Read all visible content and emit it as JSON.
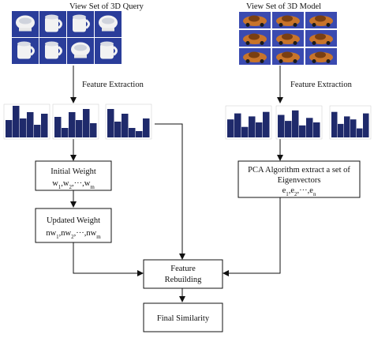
{
  "titles": {
    "query": "View Set of 3D Query",
    "model": "View Set of 3D Model"
  },
  "feature_extraction_left": "Feature Extraction",
  "feature_extraction_right": "Feature Extraction",
  "initial_weight": {
    "title": "Initial Weight",
    "vars_html": "w<tspan baseline-shift=\"sub\" font-size=\"7\">1</tspan>,w<tspan baseline-shift=\"sub\" font-size=\"7\">2</tspan>,···,w<tspan baseline-shift=\"sub\" font-size=\"7\">m</tspan>"
  },
  "updated_weight": {
    "title": "Updated Weight",
    "vars_html": "nw<tspan baseline-shift=\"sub\" font-size=\"7\">1</tspan>,nw<tspan baseline-shift=\"sub\" font-size=\"7\">2</tspan>,···,nw<tspan baseline-shift=\"sub\" font-size=\"7\">m</tspan>"
  },
  "pca": {
    "line1": "PCA Algorithm extract a set of",
    "line2": "Eigenvectors",
    "vars_html": "e<tspan baseline-shift=\"sub\" font-size=\"7\">1</tspan>,e<tspan baseline-shift=\"sub\" font-size=\"7\">2</tspan>,···,e<tspan baseline-shift=\"sub\" font-size=\"7\">n</tspan>"
  },
  "rebuilding": {
    "line1": "Feature",
    "line2": "Rebuilding"
  },
  "final": "Final Similarity",
  "colors": {
    "bar": "#1f2a6b",
    "query_bg": "#2a3d9a",
    "cup": "#f2f2f2",
    "model_bg": "#3a4ab0",
    "car": "#c8742a"
  }
}
